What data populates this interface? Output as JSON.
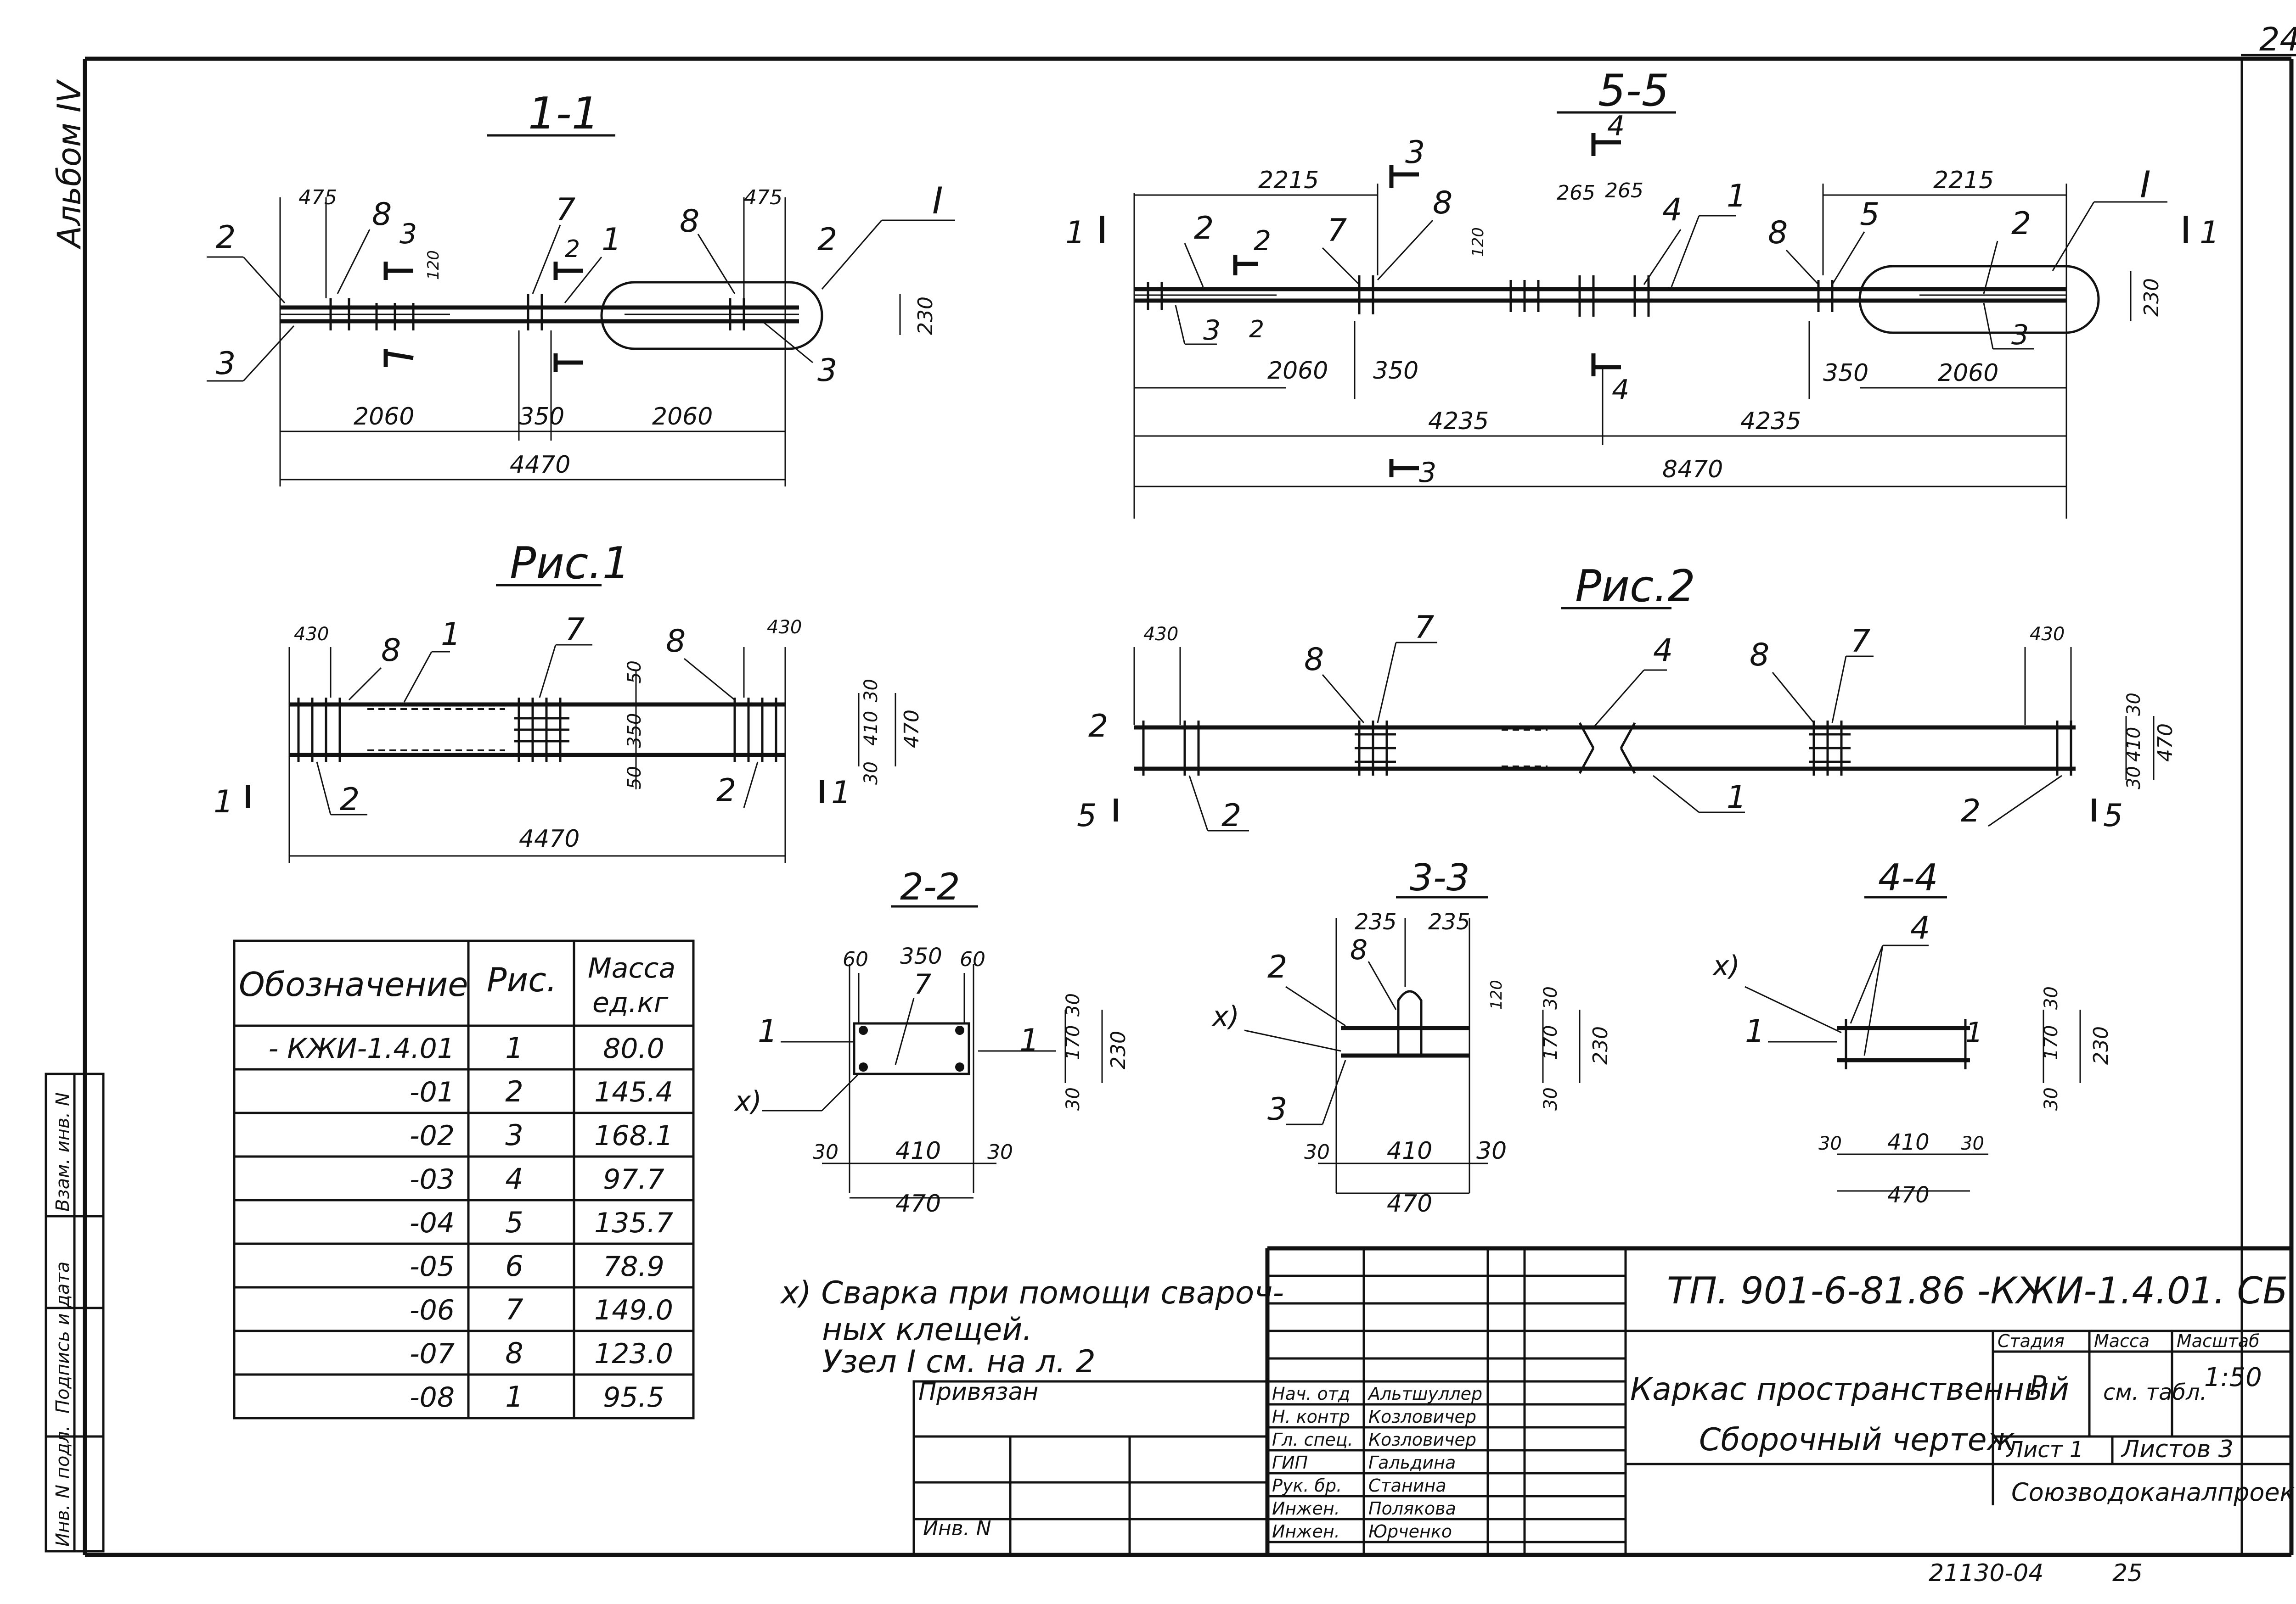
{
  "sheet": {
    "page_no_top": "24",
    "album": "Альбом IV",
    "bottom_code": "21130-04",
    "bottom_page": "25"
  },
  "sections": {
    "s11": {
      "title": "1-1",
      "d475a": "475",
      "d475b": "475",
      "d120": "120",
      "d230": "230",
      "d2060a": "2060",
      "d350": "350",
      "d2060b": "2060",
      "d4470": "4470",
      "pos2": "2",
      "pos3": "3",
      "pos8a": "8",
      "pos8b": "8",
      "pos7": "7",
      "pos1": "1",
      "posI": "I",
      "cut3": "3",
      "cut2": "2",
      "pos2r": "2",
      "pos3r": "3",
      "pos3l": "3"
    },
    "s55": {
      "title": "5-5",
      "d2215a": "2215",
      "d2215b": "2215",
      "d265a": "265",
      "d265b": "265",
      "d120": "120",
      "d230": "230",
      "d2060a": "2060",
      "d350a": "350",
      "d350b": "350",
      "d2060b": "2060",
      "d4235a": "4235",
      "d4235b": "4235",
      "d8470": "8470",
      "cut1l": "1",
      "cut1r": "1",
      "cut3t": "3",
      "cut3b": "3",
      "cut4t": "4",
      "cut4b": "4",
      "p2a": "2",
      "p2b": "2",
      "p3": "3",
      "p2c": "2",
      "p7": "7",
      "p8a": "8",
      "p4": "4",
      "p1": "1",
      "p8b": "8",
      "p5": "5",
      "p2d": "2",
      "p3b": "3",
      "pI": "I"
    },
    "s22": {
      "title": "2-2",
      "d60a": "60",
      "d350": "350",
      "d60b": "60",
      "d30t": "30",
      "d170": "170",
      "d30b": "30",
      "d230": "230",
      "d30l": "30",
      "d410": "410",
      "d30r": "30",
      "d470": "470",
      "p1": "1",
      "p7": "7",
      "p1r": "1",
      "px": "x)"
    },
    "s33": {
      "title": "3-3",
      "d235a": "235",
      "d235b": "235",
      "d120": "120",
      "d30t": "30",
      "d170": "170",
      "d30b": "30",
      "d230": "230",
      "d30l": "30",
      "d410": "410",
      "d30r": "30",
      "d470": "470",
      "p8": "8",
      "p2": "2",
      "px": "x)",
      "p3": "3"
    },
    "s44": {
      "title": "4-4",
      "p4": "4",
      "px": "x)",
      "p1": "1",
      "p1r": "1",
      "d30t": "30",
      "d170": "170",
      "d30b": "30",
      "d230": "230",
      "d30l": "30",
      "d410": "410",
      "d30r": "30",
      "d470": "470"
    },
    "fig1": {
      "title": "Рис.1",
      "d430a": "430",
      "d430b": "430",
      "p8a": "8",
      "p1": "1",
      "p7": "7",
      "p8b": "8",
      "p2a": "2",
      "p2b": "2",
      "d50a": "50",
      "d350": "350",
      "d50b": "50",
      "d30a": "30",
      "d410": "410",
      "d30b": "30",
      "d470": "470",
      "d4470": "4470",
      "cut1l": "1",
      "cut1r": "1"
    },
    "fig2": {
      "title": "Рис.2",
      "d430a": "430",
      "d430b": "430",
      "p8a": "8",
      "p7a": "7",
      "p4": "4",
      "p8b": "8",
      "p7b": "7",
      "p2l": "2",
      "p2a": "2",
      "p1": "1",
      "p2b": "2",
      "d30a": "30",
      "d410": "410",
      "d30b": "30",
      "d470": "470",
      "cut5l": "5",
      "cut5r": "5"
    }
  },
  "table": {
    "headers": [
      "Обозначение",
      "Рис.",
      "Масса\nед.кг"
    ],
    "rows": [
      [
        "- КЖИ-1.4.01",
        "1",
        "80.0"
      ],
      [
        "-01",
        "2",
        "145.4"
      ],
      [
        "-02",
        "3",
        "168.1"
      ],
      [
        "-03",
        "4",
        "97.7"
      ],
      [
        "-04",
        "5",
        "135.7"
      ],
      [
        "-05",
        "6",
        "78.9"
      ],
      [
        "-06",
        "7",
        "149.0"
      ],
      [
        "-07",
        "8",
        "123.0"
      ],
      [
        "-08",
        "1",
        "95.5"
      ]
    ]
  },
  "note": {
    "line1": "x) Сварка при помощи свароч-",
    "line2": "ных клещей.",
    "line3": "Узел I см. на л. 2"
  },
  "title_block": {
    "code": "ТП. 901-6-81.86 -КЖИ-1.4.01. СБ",
    "name1": "Каркас пространственный",
    "name2": "Сборочный чертеж",
    "stage_label": "Стадия",
    "mass_label": "Масса",
    "scale_label": "Масштаб",
    "stage": "Р",
    "mass": "см. табл.",
    "scale": "1:50",
    "sheet": "Лист 1",
    "sheets": "Листов 3",
    "org": "Союзводоканалпроект",
    "bound": "Привязан",
    "inv": "Инв. N",
    "roles": [
      "Нач. отд",
      "Н. контр",
      "Гл. спец.",
      "ГИП",
      "Рук. бр.",
      "Инжен.",
      "Инжен."
    ],
    "names": [
      "Альтшуллер",
      "Козловичер",
      "Козловичер",
      "Гальдина",
      "Станина",
      "Полякова",
      "Юрченко"
    ]
  },
  "side_stamp": {
    "c1": "Инв. N подл.",
    "c2": "Подпись и дата",
    "c3": "Взам. инв. N"
  }
}
